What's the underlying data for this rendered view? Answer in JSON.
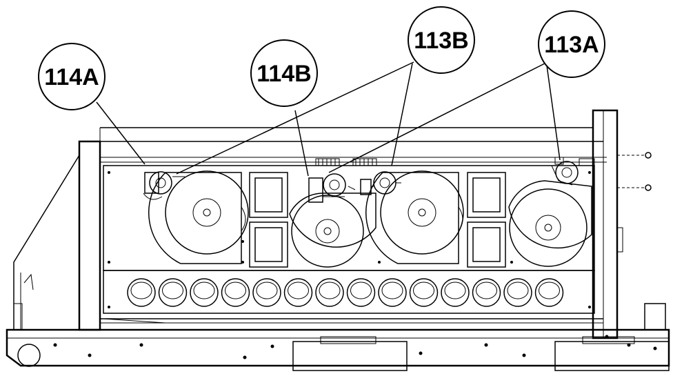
{
  "callouts": {
    "c114a": "114A",
    "c114b": "114B",
    "c113b": "113B",
    "c113a": "113A"
  },
  "colors": {
    "ink": "#000000",
    "paper": "#ffffff"
  }
}
